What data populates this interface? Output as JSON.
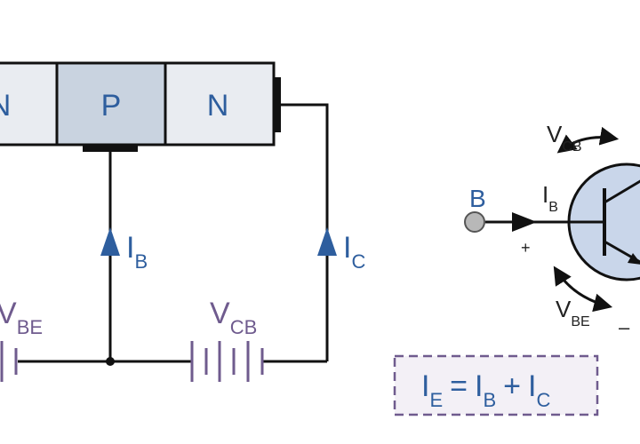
{
  "colors": {
    "region_fill": "#e9ecf1",
    "base_fill": "#c9d3e0",
    "wire": "#111111",
    "blue_label": "#2e5e9e",
    "purple": "#6f5b8e",
    "transistor_fill": "#c9d6ea",
    "equation_bg": "#f3f0f6"
  },
  "regions": [
    "N",
    "P",
    "N"
  ],
  "currents": {
    "base": {
      "main": "I",
      "sub": "B"
    },
    "collector": {
      "main": "I",
      "sub": "C"
    }
  },
  "voltages": {
    "vbe": {
      "main": "V",
      "sub": "BE"
    },
    "vcb": {
      "main": "V",
      "sub": "CB"
    }
  },
  "symbol": {
    "base_terminal": "B",
    "base_current": {
      "main": "I",
      "sub": "B"
    },
    "vcb": {
      "main": "V",
      "sub": "CB"
    },
    "vbe": {
      "main": "V",
      "sub": "BE"
    },
    "plus": "+",
    "minus": "–"
  },
  "equation": {
    "lhs": {
      "main": "I",
      "sub": "E"
    },
    "equals": "=",
    "t1": {
      "main": "I",
      "sub": "B"
    },
    "plus": "+",
    "t2": {
      "main": "I",
      "sub": "C"
    }
  }
}
